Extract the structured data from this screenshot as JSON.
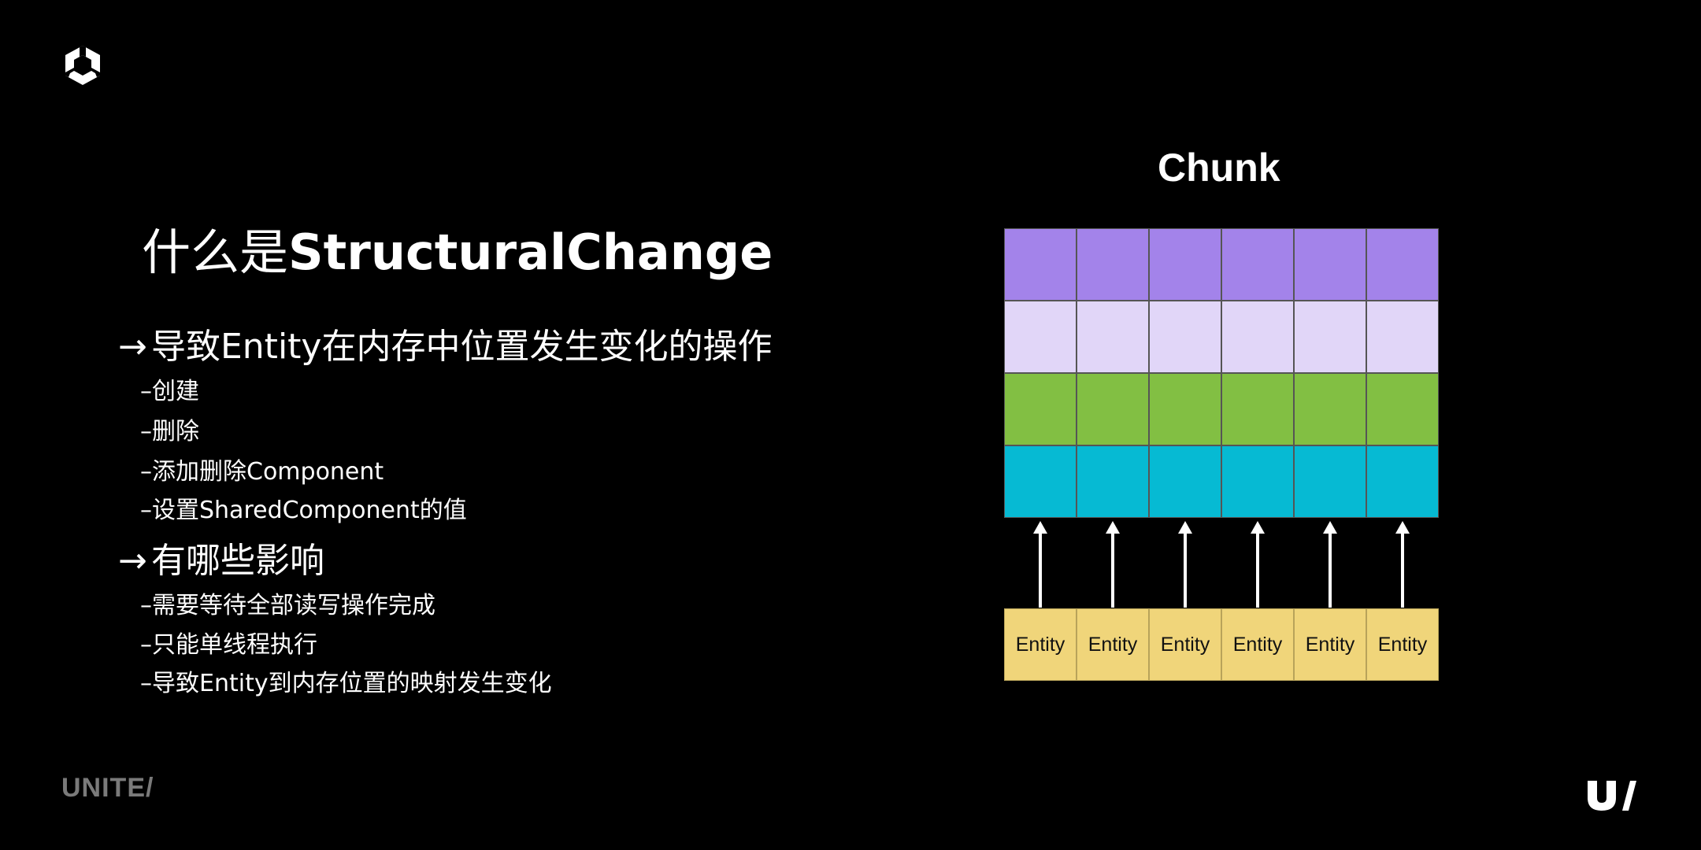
{
  "slide": {
    "title_prefix": "什么是",
    "title_bold": "StructuralChange",
    "bullets": [
      {
        "arrow": "→",
        "text": "导致Entity在内存中位置发生变化的操作",
        "subs": [
          "–创建",
          "–删除",
          "–添加删除Component",
          "–设置SharedComponent的值"
        ]
      },
      {
        "arrow": "→",
        "text": "有哪些影响",
        "subs": [
          "–需要等待全部读写操作完成",
          "–只能单线程执行",
          "–导致Entity到内存位置的映射发生变化"
        ]
      }
    ]
  },
  "diagram": {
    "title": "Chunk",
    "columns": 6,
    "row_colors": [
      "#a383ea",
      "#e1d6f8",
      "#82bf43",
      "#06bad3"
    ],
    "entity_color": "#f0d57a",
    "entities": [
      "Entity",
      "Entity",
      "Entity",
      "Entity",
      "Entity",
      "Entity"
    ]
  },
  "branding": {
    "top_logo_icon": "unity-cube-icon",
    "bottom_left_text": "UNITE/",
    "bottom_right_icon": "u-slash-logo-icon"
  }
}
